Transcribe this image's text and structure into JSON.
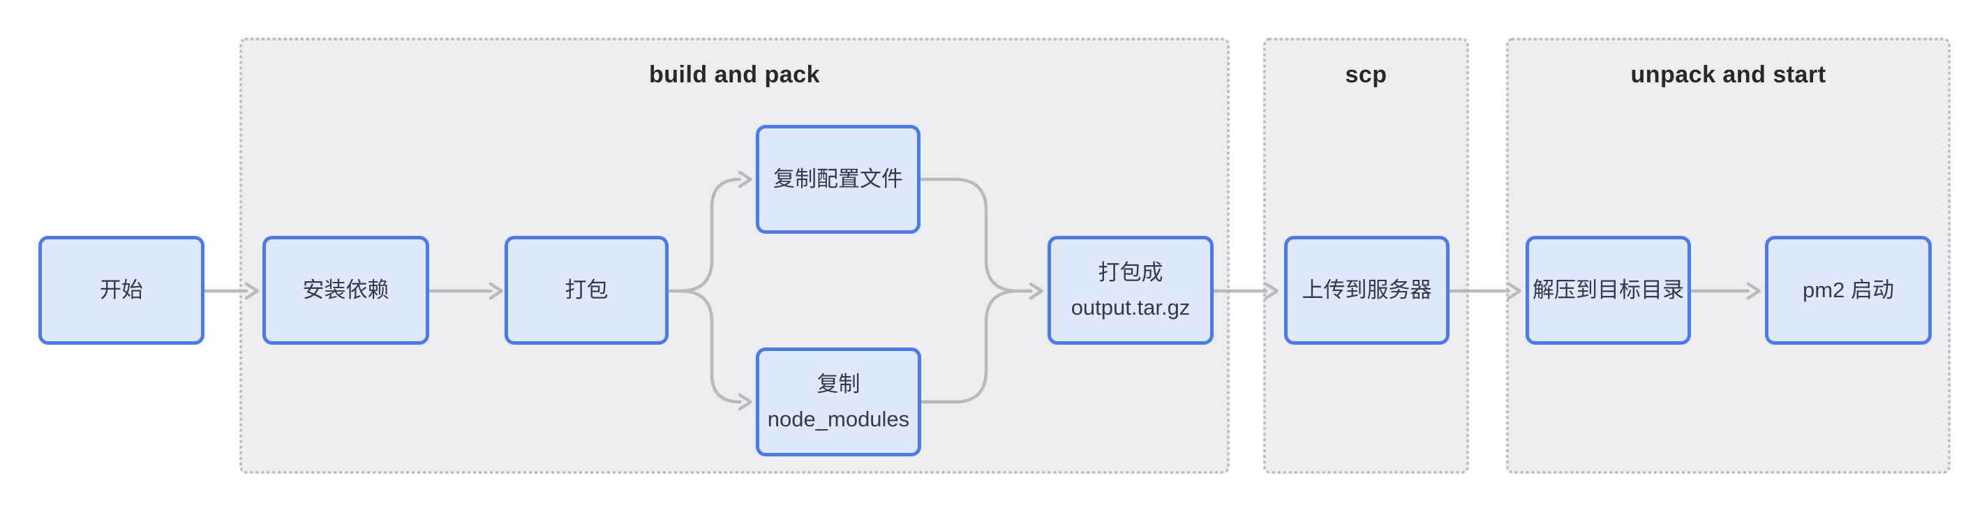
{
  "flowchart": {
    "subgraphs": [
      {
        "id": "build-and-pack",
        "title": "build and pack"
      },
      {
        "id": "scp",
        "title": "scp"
      },
      {
        "id": "unpack-and-start",
        "title": "unpack and start"
      }
    ],
    "nodes": [
      {
        "id": "start",
        "lines": [
          "开始"
        ]
      },
      {
        "id": "install-deps",
        "lines": [
          "安装依赖"
        ]
      },
      {
        "id": "pack",
        "lines": [
          "打包"
        ]
      },
      {
        "id": "copy-config",
        "lines": [
          "复制配置文件"
        ]
      },
      {
        "id": "copy-node-modules",
        "lines": [
          "复制",
          "node_modules"
        ]
      },
      {
        "id": "pack-output",
        "lines": [
          "打包成",
          "output.tar.gz"
        ]
      },
      {
        "id": "upload-server",
        "lines": [
          "上传到服务器"
        ]
      },
      {
        "id": "extract-target",
        "lines": [
          "解压到目标目录"
        ]
      },
      {
        "id": "pm2-start",
        "lines": [
          "pm2 启动"
        ]
      }
    ],
    "edges": [
      {
        "from": "start",
        "to": "install-deps"
      },
      {
        "from": "install-deps",
        "to": "pack"
      },
      {
        "from": "pack",
        "to": "copy-config"
      },
      {
        "from": "pack",
        "to": "copy-node-modules"
      },
      {
        "from": "copy-config",
        "to": "pack-output"
      },
      {
        "from": "copy-node-modules",
        "to": "pack-output"
      },
      {
        "from": "pack-output",
        "to": "upload-server"
      },
      {
        "from": "upload-server",
        "to": "extract-target"
      },
      {
        "from": "extract-target",
        "to": "pm2-start"
      }
    ],
    "colors": {
      "node_fill": "#E0E8FB",
      "node_border": "#4A79F2",
      "node_text": "#333B44",
      "subgraph_fill": "#ECEDF0",
      "subgraph_border": "#B7B9BC",
      "subgraph_title": "#24292F",
      "edge": "#B8B9BB",
      "background": "#FFFFFF"
    }
  }
}
